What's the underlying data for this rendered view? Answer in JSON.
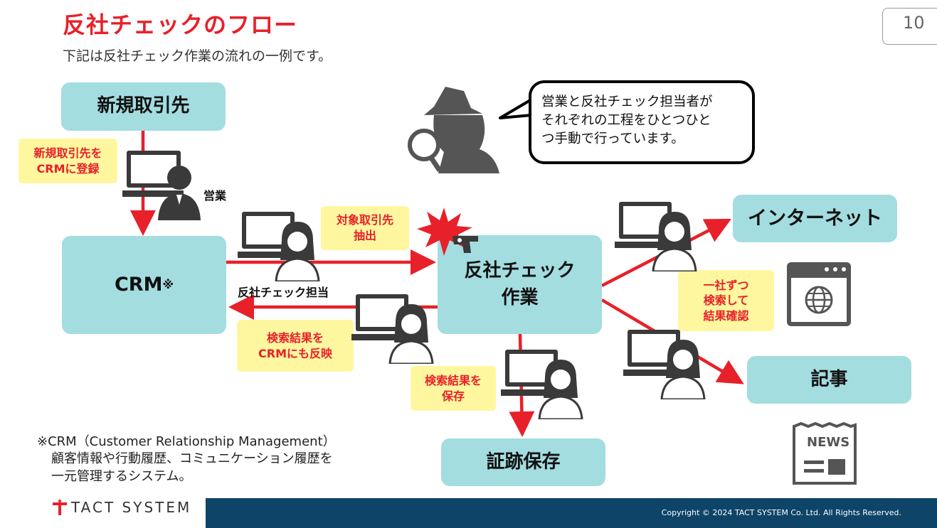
{
  "header": {
    "title": "反社チェックのフロー",
    "subtitle": "下記は反社チェック作業の流れの一例です。",
    "page_number": "10"
  },
  "nodes": {
    "new_client": "新規取引先",
    "crm": "CRM",
    "crm_mark": "※",
    "check_line1": "反社チェック",
    "check_line2": "作業",
    "internet": "インターネット",
    "article": "記事",
    "evidence": "証跡保存"
  },
  "notes": {
    "register_line1": "新規取引先を",
    "register_line2": "CRMに登録",
    "extract_line1": "対象取引先",
    "extract_line2": "抽出",
    "reflect_line1": "検索結果を",
    "reflect_line2": "CRMにも反映",
    "save_line1": "検索結果を",
    "save_line2": "保存",
    "search_line1": "一社ずつ",
    "search_line2": "検索して",
    "search_line3": "結果確認"
  },
  "labels": {
    "sales": "営業",
    "checker": "反社チェック担当"
  },
  "bubble": {
    "line1": "営業と反社チェック担当者が",
    "line2": "それぞれの工程をひとつひと",
    "line3": "つ手動で行っています。"
  },
  "footnote": {
    "line1": "※CRM（Customer Relationship Management）",
    "line2": "顧客情報や行動履歴、コミュニケーション履歴を",
    "line3": "一元管理するシステム。"
  },
  "news_icon_text": "NEWS",
  "footer": {
    "logo_text": "TACT SYSTEM",
    "copyright": "Copyright © 2024 TACT SYSTEM Co. Ltd. All Rights Reserved."
  },
  "colors": {
    "accent": "#e8202a",
    "node": "#a3dde0",
    "note": "#fff7a0",
    "footer": "#0d4468"
  }
}
